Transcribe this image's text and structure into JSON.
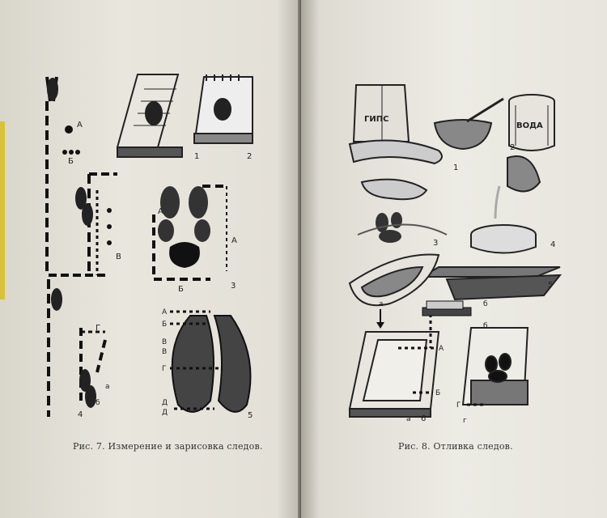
{
  "left_page": {
    "caption": "Рис. 7. Измерение и зарисовка следов.",
    "panel_numbers": [
      "1",
      "2",
      "3",
      "4",
      "5"
    ],
    "track_labels": [
      "А",
      "Б",
      "В",
      "Г",
      "а",
      "б"
    ],
    "print_labels": [
      "А",
      "Б",
      "А"
    ],
    "hoof_labels": [
      "А",
      "Б",
      "В",
      "В",
      "Г",
      "Д",
      "Д"
    ]
  },
  "right_page": {
    "caption": "Рис. 8. Отливка следов.",
    "gips_label": "ГИПС",
    "voda_label": "ВОДА",
    "panel_numbers": [
      "1",
      "2",
      "3",
      "4",
      "5",
      "6"
    ],
    "cast_labels": [
      "А",
      "Б",
      "Г",
      "а",
      "б",
      "г",
      "а",
      "б"
    ]
  }
}
